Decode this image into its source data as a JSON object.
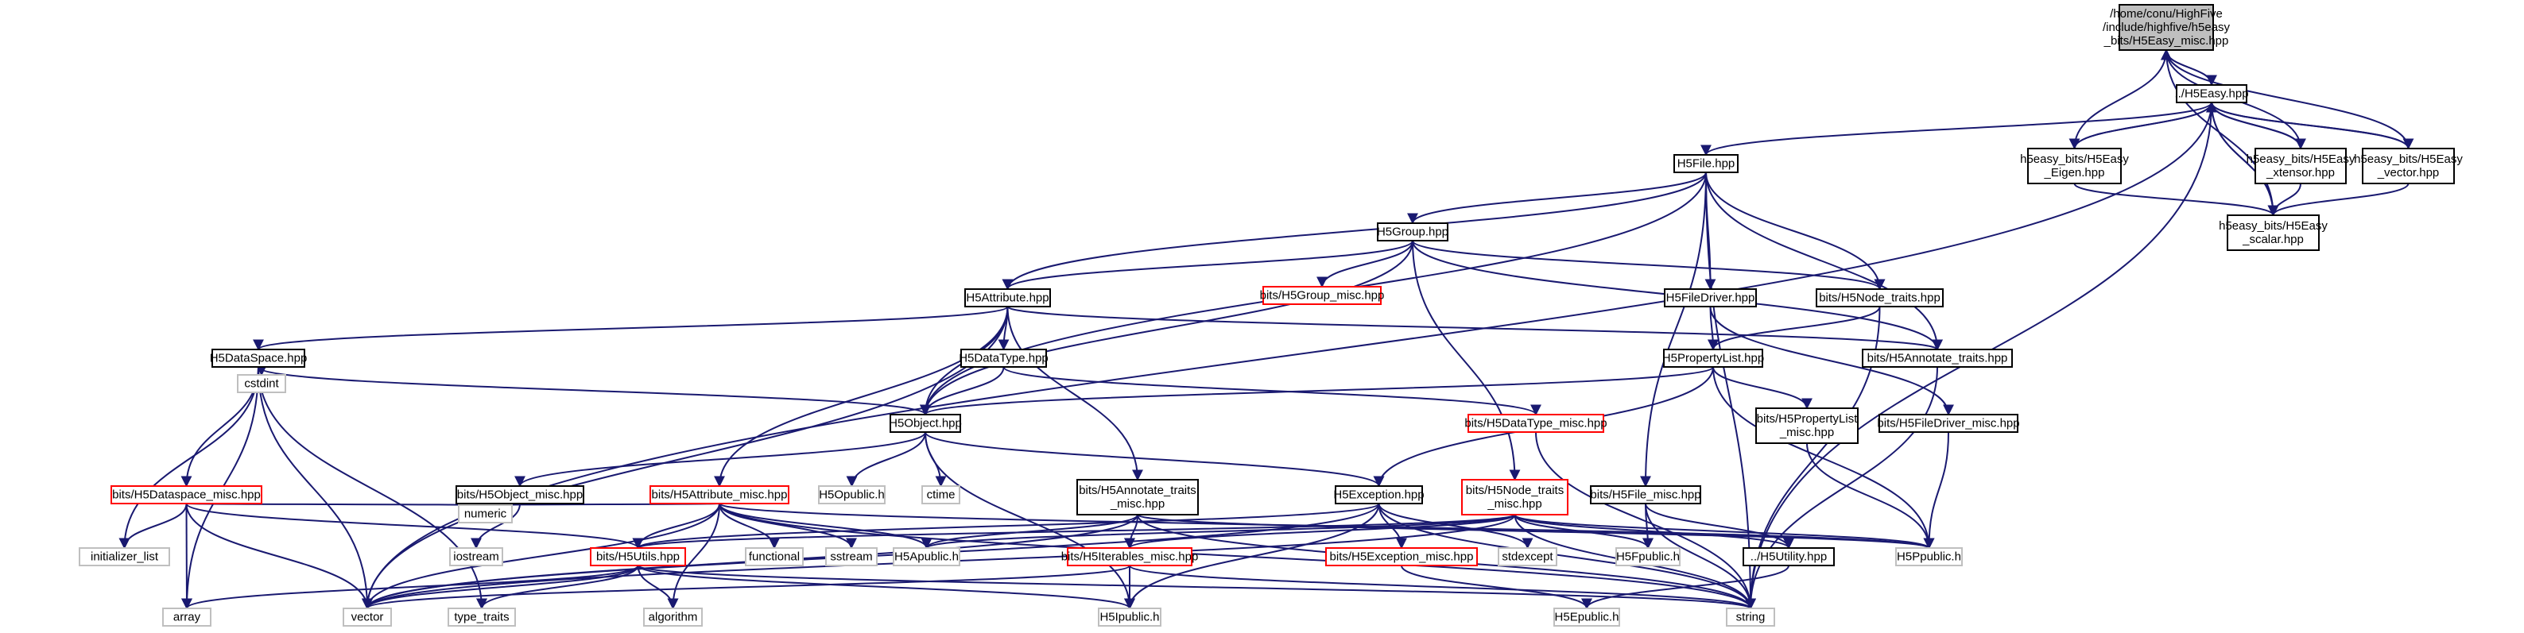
{
  "diagram": {
    "nodes": [
      {
        "id": "root",
        "lines": [
          "/home/conu/HighFive",
          "/include/highfive/h5easy",
          "_bits/H5Easy_misc.hpp"
        ],
        "style": "root"
      },
      {
        "id": "h5easy",
        "lines": [
          "../H5Easy.hpp"
        ],
        "style": "normal"
      },
      {
        "id": "eigen",
        "lines": [
          "h5easy_bits/H5Easy",
          "_Eigen.hpp"
        ],
        "style": "normal"
      },
      {
        "id": "xtensor",
        "lines": [
          "h5easy_bits/H5Easy",
          "_xtensor.hpp"
        ],
        "style": "normal"
      },
      {
        "id": "vectorhpp",
        "lines": [
          "h5easy_bits/H5Easy",
          "_vector.hpp"
        ],
        "style": "normal"
      },
      {
        "id": "scalar",
        "lines": [
          "h5easy_bits/H5Easy",
          "_scalar.hpp"
        ],
        "style": "normal"
      },
      {
        "id": "h5file",
        "lines": [
          "H5File.hpp"
        ],
        "style": "normal"
      },
      {
        "id": "h5group",
        "lines": [
          "H5Group.hpp"
        ],
        "style": "normal"
      },
      {
        "id": "groupmisc",
        "lines": [
          "bits/H5Group_misc.hpp"
        ],
        "style": "red"
      },
      {
        "id": "h5attribute",
        "lines": [
          "H5Attribute.hpp"
        ],
        "style": "normal"
      },
      {
        "id": "h5datatype",
        "lines": [
          "H5DataType.hpp"
        ],
        "style": "normal"
      },
      {
        "id": "h5dataspace",
        "lines": [
          "H5DataSpace.hpp"
        ],
        "style": "normal"
      },
      {
        "id": "h5object",
        "lines": [
          "H5Object.hpp"
        ],
        "style": "normal"
      },
      {
        "id": "filedriver",
        "lines": [
          "H5FileDriver.hpp"
        ],
        "style": "normal"
      },
      {
        "id": "nodetraits",
        "lines": [
          "bits/H5Node_traits.hpp"
        ],
        "style": "normal"
      },
      {
        "id": "annotatetraits",
        "lines": [
          "bits/H5Annotate_traits.hpp"
        ],
        "style": "normal"
      },
      {
        "id": "proplist",
        "lines": [
          "H5PropertyList.hpp"
        ],
        "style": "normal"
      },
      {
        "id": "datatypemisc",
        "lines": [
          "bits/H5DataType_misc.hpp"
        ],
        "style": "red"
      },
      {
        "id": "propmisc",
        "lines": [
          "bits/H5PropertyList",
          "_misc.hpp"
        ],
        "style": "normal"
      },
      {
        "id": "filedrivermisc",
        "lines": [
          "bits/H5FileDriver_misc.hpp"
        ],
        "style": "normal"
      },
      {
        "id": "cstdint",
        "lines": [
          "cstdint"
        ],
        "style": "grey"
      },
      {
        "id": "dataspacemisc",
        "lines": [
          "bits/H5Dataspace_misc.hpp"
        ],
        "style": "red"
      },
      {
        "id": "objectmisc",
        "lines": [
          "bits/H5Object_misc.hpp"
        ],
        "style": "normal"
      },
      {
        "id": "attributemisc",
        "lines": [
          "bits/H5Attribute_misc.hpp"
        ],
        "style": "red"
      },
      {
        "id": "annotatemisc",
        "lines": [
          "bits/H5Annotate_traits",
          "_misc.hpp"
        ],
        "style": "normal"
      },
      {
        "id": "h5opublic",
        "lines": [
          "H5Opublic.h"
        ],
        "style": "grey"
      },
      {
        "id": "ctime",
        "lines": [
          "ctime"
        ],
        "style": "grey"
      },
      {
        "id": "h5exception",
        "lines": [
          "H5Exception.hpp"
        ],
        "style": "normal"
      },
      {
        "id": "nodetraitsmisc",
        "lines": [
          "bits/H5Node_traits",
          "_misc.hpp"
        ],
        "style": "red"
      },
      {
        "id": "filemisc",
        "lines": [
          "bits/H5File_misc.hpp"
        ],
        "style": "normal"
      },
      {
        "id": "iostream",
        "lines": [
          "iostream"
        ],
        "style": "grey"
      },
      {
        "id": "numeric",
        "lines": [
          "numeric"
        ],
        "style": "grey"
      },
      {
        "id": "functional",
        "lines": [
          "functional"
        ],
        "style": "grey"
      },
      {
        "id": "sstream",
        "lines": [
          "sstream"
        ],
        "style": "grey"
      },
      {
        "id": "initlist",
        "lines": [
          "initializer_list"
        ],
        "style": "grey"
      },
      {
        "id": "h5utils",
        "lines": [
          "bits/H5Utils.hpp"
        ],
        "style": "red"
      },
      {
        "id": "h5apublic",
        "lines": [
          "H5Apublic.h"
        ],
        "style": "grey"
      },
      {
        "id": "iterables",
        "lines": [
          "bits/H5Iterables_misc.hpp"
        ],
        "style": "red"
      },
      {
        "id": "exceptionmisc",
        "lines": [
          "bits/H5Exception_misc.hpp"
        ],
        "style": "red"
      },
      {
        "id": "stdexcept",
        "lines": [
          "stdexcept"
        ],
        "style": "grey"
      },
      {
        "id": "h5fpublic",
        "lines": [
          "H5Fpublic.h"
        ],
        "style": "grey"
      },
      {
        "id": "h5utility",
        "lines": [
          "../H5Utility.hpp"
        ],
        "style": "normal"
      },
      {
        "id": "h5ppublic",
        "lines": [
          "H5Ppublic.h"
        ],
        "style": "grey"
      },
      {
        "id": "array",
        "lines": [
          "array"
        ],
        "style": "grey"
      },
      {
        "id": "vector",
        "lines": [
          "vector"
        ],
        "style": "grey"
      },
      {
        "id": "typetraits",
        "lines": [
          "type_traits"
        ],
        "style": "grey"
      },
      {
        "id": "algorithm",
        "lines": [
          "algorithm"
        ],
        "style": "grey"
      },
      {
        "id": "h5ipublic",
        "lines": [
          "H5Ipublic.h"
        ],
        "style": "grey"
      },
      {
        "id": "h5epublic",
        "lines": [
          "H5Epublic.h"
        ],
        "style": "grey"
      },
      {
        "id": "string",
        "lines": [
          "string"
        ],
        "style": "grey"
      }
    ],
    "edges": [
      [
        "root",
        "h5easy"
      ],
      [
        "h5easy",
        "root"
      ],
      [
        "eigen",
        "root"
      ],
      [
        "xtensor",
        "root"
      ],
      [
        "vectorhpp",
        "root"
      ],
      [
        "scalar",
        "root"
      ],
      [
        "h5easy",
        "eigen"
      ],
      [
        "eigen",
        "h5easy"
      ],
      [
        "h5easy",
        "xtensor"
      ],
      [
        "xtensor",
        "h5easy"
      ],
      [
        "h5easy",
        "vectorhpp"
      ],
      [
        "vectorhpp",
        "h5easy"
      ],
      [
        "h5easy",
        "scalar"
      ],
      [
        "scalar",
        "h5easy"
      ],
      [
        "h5easy",
        "h5file"
      ],
      [
        "h5easy",
        "string"
      ],
      [
        "h5easy",
        "vector"
      ],
      [
        "eigen",
        "scalar"
      ],
      [
        "xtensor",
        "scalar"
      ],
      [
        "vectorhpp",
        "scalar"
      ],
      [
        "h5file",
        "h5group"
      ],
      [
        "h5file",
        "h5attribute"
      ],
      [
        "h5file",
        "h5object"
      ],
      [
        "h5file",
        "filedriver"
      ],
      [
        "h5file",
        "nodetraits"
      ],
      [
        "h5file",
        "annotatetraits"
      ],
      [
        "h5file",
        "filemisc"
      ],
      [
        "h5file",
        "string"
      ],
      [
        "h5group",
        "h5attribute"
      ],
      [
        "h5group",
        "groupmisc"
      ],
      [
        "h5group",
        "h5object"
      ],
      [
        "h5group",
        "nodetraits"
      ],
      [
        "h5group",
        "annotatetraits"
      ],
      [
        "h5group",
        "nodetraitsmisc"
      ],
      [
        "h5attribute",
        "h5dataspace"
      ],
      [
        "h5attribute",
        "h5datatype"
      ],
      [
        "h5attribute",
        "h5object"
      ],
      [
        "h5attribute",
        "annotatetraits"
      ],
      [
        "h5attribute",
        "attributemisc"
      ],
      [
        "h5attribute",
        "annotatemisc"
      ],
      [
        "h5attribute",
        "vector"
      ],
      [
        "h5datatype",
        "h5object"
      ],
      [
        "h5datatype",
        "datatypemisc"
      ],
      [
        "h5dataspace",
        "h5object"
      ],
      [
        "h5dataspace",
        "cstdint"
      ],
      [
        "h5dataspace",
        "dataspacemisc"
      ],
      [
        "h5dataspace",
        "initlist"
      ],
      [
        "h5dataspace",
        "array"
      ],
      [
        "h5dataspace",
        "vector"
      ],
      [
        "h5dataspace",
        "typetraits"
      ],
      [
        "h5object",
        "objectmisc"
      ],
      [
        "h5object",
        "h5opublic"
      ],
      [
        "h5object",
        "ctime"
      ],
      [
        "h5object",
        "h5exception"
      ],
      [
        "h5object",
        "h5ipublic"
      ],
      [
        "filedriver",
        "proplist"
      ],
      [
        "filedriver",
        "filedrivermisc"
      ],
      [
        "nodetraits",
        "proplist"
      ],
      [
        "nodetraits",
        "string"
      ],
      [
        "annotatetraits",
        "string"
      ],
      [
        "proplist",
        "h5object"
      ],
      [
        "proplist",
        "h5exception"
      ],
      [
        "proplist",
        "propmisc"
      ],
      [
        "proplist",
        "h5ppublic"
      ],
      [
        "propmisc",
        "h5ppublic"
      ],
      [
        "filedrivermisc",
        "h5ppublic"
      ],
      [
        "datatypemisc",
        "string"
      ],
      [
        "dataspacemisc",
        "initlist"
      ],
      [
        "dataspacemisc",
        "array"
      ],
      [
        "dataspacemisc",
        "vector"
      ],
      [
        "dataspacemisc",
        "numeric"
      ],
      [
        "dataspacemisc",
        "h5utils"
      ],
      [
        "objectmisc",
        "iostream"
      ],
      [
        "attributemisc",
        "h5utils"
      ],
      [
        "attributemisc",
        "numeric"
      ],
      [
        "attributemisc",
        "functional"
      ],
      [
        "attributemisc",
        "sstream"
      ],
      [
        "attributemisc",
        "h5apublic"
      ],
      [
        "attributemisc",
        "h5ppublic"
      ],
      [
        "attributemisc",
        "algorithm"
      ],
      [
        "attributemisc",
        "vector"
      ],
      [
        "attributemisc",
        "string"
      ],
      [
        "annotatemisc",
        "h5apublic"
      ],
      [
        "annotatemisc",
        "iterables"
      ],
      [
        "annotatemisc",
        "h5ppublic"
      ],
      [
        "annotatemisc",
        "vector"
      ],
      [
        "annotatemisc",
        "string"
      ],
      [
        "h5exception",
        "h5utils"
      ],
      [
        "h5exception",
        "exceptionmisc"
      ],
      [
        "h5exception",
        "stdexcept"
      ],
      [
        "h5exception",
        "h5ipublic"
      ],
      [
        "h5exception",
        "string"
      ],
      [
        "h5exception",
        "vector"
      ],
      [
        "nodetraitsmisc",
        "h5apublic"
      ],
      [
        "nodetraitsmisc",
        "h5fpublic"
      ],
      [
        "nodetraitsmisc",
        "h5utility"
      ],
      [
        "nodetraitsmisc",
        "h5utils"
      ],
      [
        "nodetraitsmisc",
        "iterables"
      ],
      [
        "nodetraitsmisc",
        "h5ppublic"
      ],
      [
        "nodetraitsmisc",
        "vector"
      ],
      [
        "nodetraitsmisc",
        "string"
      ],
      [
        "filemisc",
        "h5fpublic"
      ],
      [
        "filemisc",
        "h5utility"
      ],
      [
        "filemisc",
        "string"
      ],
      [
        "h5utils",
        "array"
      ],
      [
        "h5utils",
        "vector"
      ],
      [
        "h5utils",
        "typetraits"
      ],
      [
        "h5utils",
        "algorithm"
      ],
      [
        "h5utils",
        "string"
      ],
      [
        "h5utils",
        "h5ipublic"
      ],
      [
        "iterables",
        "vector"
      ],
      [
        "iterables",
        "h5ipublic"
      ],
      [
        "iterables",
        "string"
      ],
      [
        "exceptionmisc",
        "h5epublic"
      ],
      [
        "h5utility",
        "h5epublic"
      ]
    ]
  }
}
